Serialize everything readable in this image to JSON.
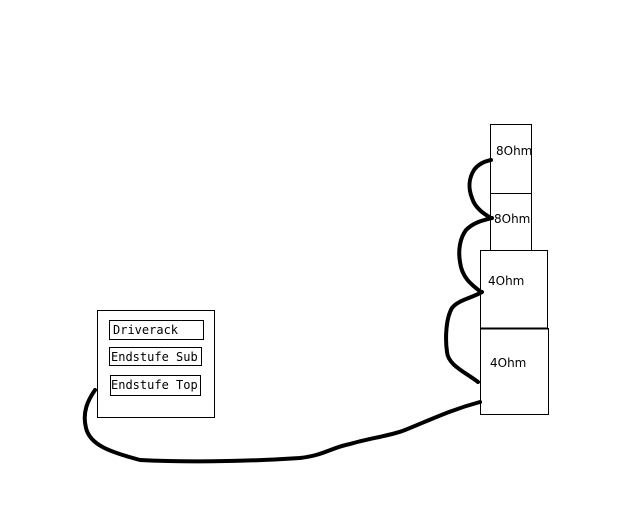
{
  "rack": {
    "modules": [
      {
        "label": "Driverack"
      },
      {
        "label": "Endstufe Sub"
      },
      {
        "label": "Endstufe Top"
      }
    ]
  },
  "speakers": [
    {
      "label": "8Ohm"
    },
    {
      "label": "8Ohm"
    },
    {
      "label": "4Ohm"
    },
    {
      "label": "4Ohm"
    }
  ],
  "colors": {
    "line": "#000000",
    "background": "#ffffff"
  }
}
